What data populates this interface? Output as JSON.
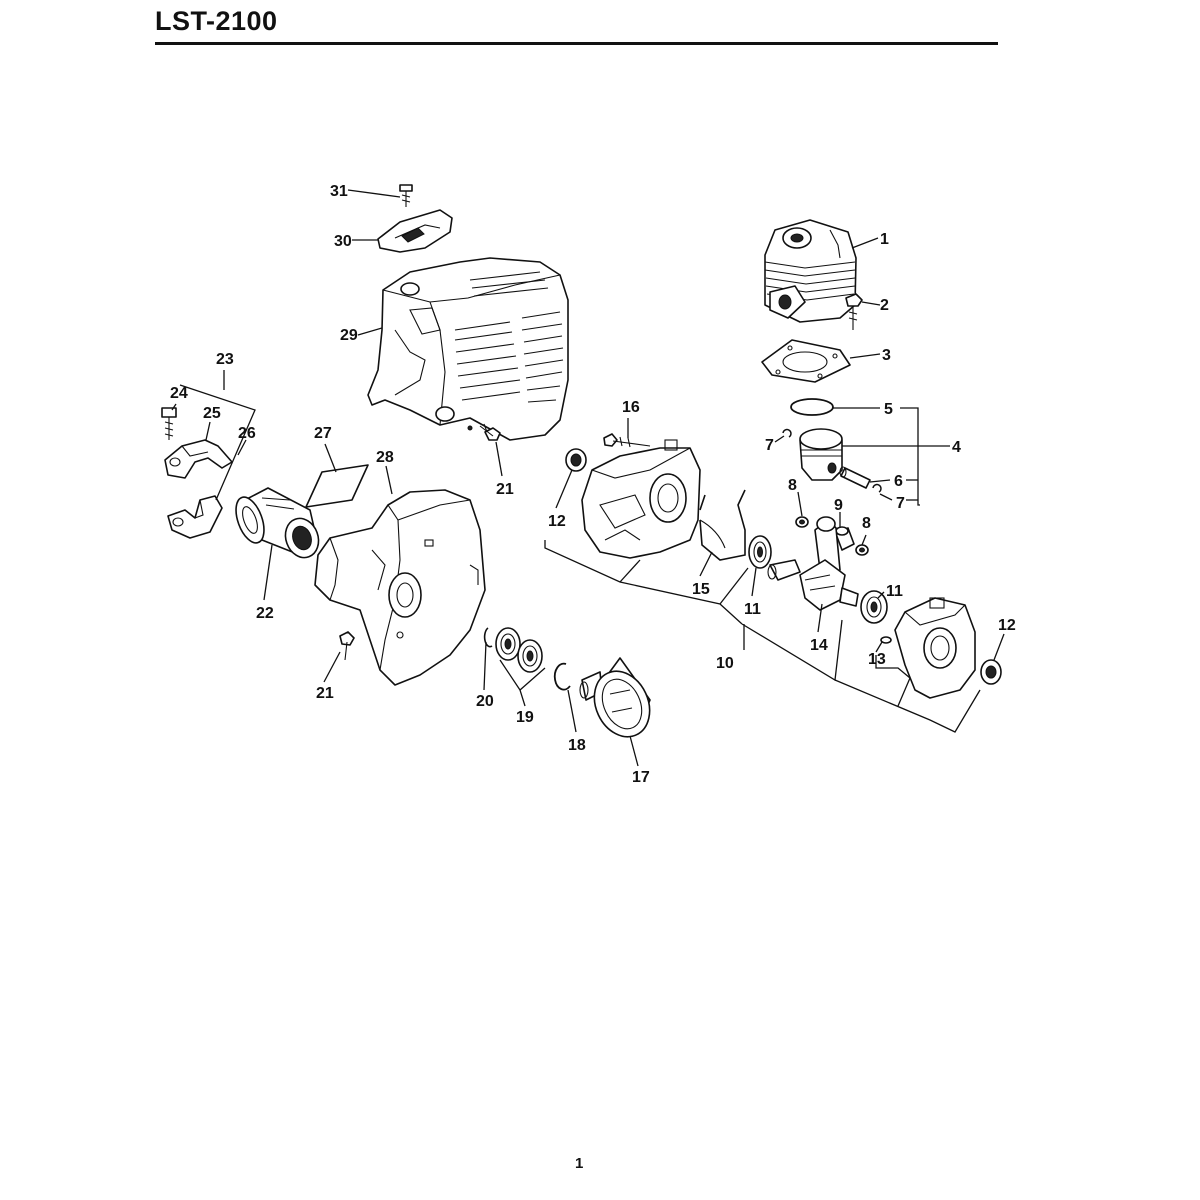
{
  "document": {
    "title": "LST-2100",
    "page_number": "1"
  },
  "parts": [
    {
      "number": "1",
      "icon": "cylinder-icon"
    },
    {
      "number": "2",
      "icon": "bolt-icon"
    },
    {
      "number": "3",
      "icon": "gasket-icon"
    },
    {
      "number": "4",
      "icon": "piston-icon"
    },
    {
      "number": "5",
      "icon": "piston-ring-icon"
    },
    {
      "number": "6",
      "icon": "piston-pin-icon"
    },
    {
      "number": "7",
      "icon": "circlip-icon"
    },
    {
      "number": "8",
      "icon": "washer-icon"
    },
    {
      "number": "9",
      "icon": "needle-bearing-icon"
    },
    {
      "number": "10",
      "icon": "crankcase-assembly-icon"
    },
    {
      "number": "11",
      "icon": "ball-bearing-icon"
    },
    {
      "number": "12",
      "icon": "oil-seal-icon"
    },
    {
      "number": "13",
      "icon": "pin-icon"
    },
    {
      "number": "14",
      "icon": "crankshaft-icon"
    },
    {
      "number": "15",
      "icon": "crankcase-gasket-icon"
    },
    {
      "number": "16",
      "icon": "bolt-icon"
    },
    {
      "number": "17",
      "icon": "clutch-drum-icon"
    },
    {
      "number": "18",
      "icon": "snap-ring-icon"
    },
    {
      "number": "19",
      "icon": "ball-bearing-icon"
    },
    {
      "number": "20",
      "icon": "snap-ring-icon"
    },
    {
      "number": "21",
      "icon": "screw-icon"
    },
    {
      "number": "22",
      "icon": "sleeve-icon"
    },
    {
      "number": "23",
      "icon": "clamp-assembly-icon"
    },
    {
      "number": "24",
      "icon": "bolt-icon"
    },
    {
      "number": "25",
      "icon": "clamp-upper-icon"
    },
    {
      "number": "26",
      "icon": "clamp-lower-icon"
    },
    {
      "number": "27",
      "icon": "label-icon"
    },
    {
      "number": "28",
      "icon": "fan-cover-icon"
    },
    {
      "number": "29",
      "icon": "engine-cover-icon"
    },
    {
      "number": "30",
      "icon": "cover-cap-icon"
    },
    {
      "number": "31",
      "icon": "screw-icon"
    }
  ],
  "callouts": {
    "c1": "1",
    "c2": "2",
    "c3": "3",
    "c4": "4",
    "c5": "5",
    "c6": "6",
    "c7a": "7",
    "c7b": "7",
    "c8a": "8",
    "c8b": "8",
    "c9": "9",
    "c10": "10",
    "c11a": "11",
    "c11b": "11",
    "c12a": "12",
    "c12b": "12",
    "c13": "13",
    "c14": "14",
    "c15": "15",
    "c16": "16",
    "c17": "17",
    "c18": "18",
    "c19": "19",
    "c20": "20",
    "c21a": "21",
    "c21b": "21",
    "c22": "22",
    "c23": "23",
    "c24": "24",
    "c25": "25",
    "c26": "26",
    "c27": "27",
    "c28": "28",
    "c29": "29",
    "c30": "30",
    "c31": "31"
  }
}
